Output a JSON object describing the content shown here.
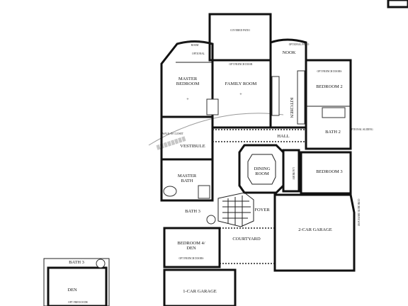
{
  "rooms": {
    "master_bedroom": [
      "MASTER",
      "BEDROOM"
    ],
    "sitting_room": [
      "SITTING",
      "ROOM"
    ],
    "family_room": "FAMILY ROOM",
    "nook": "NOOK",
    "bedroom2": "BEDROOM 2",
    "kitchen": "KITCHEN",
    "bath2": "BATH 2",
    "hall": "HALL",
    "vestibule": "VESTIBULE",
    "master_bath": [
      "MASTER",
      "BATH"
    ],
    "dining_room": [
      "DINING",
      "ROOM"
    ],
    "laundry": "LAUNDRY",
    "bedroom3": "BEDROOM 3",
    "bath3": "BATH 3",
    "foyer": "FOYER",
    "courtyard": "COURTYARD",
    "garage2": "2-CAR GARAGE",
    "bedroom4": [
      "BEDROOM 4/",
      "DEN"
    ],
    "garage1": "1-CAR GARAGE",
    "inset_bath3": "BATH 3",
    "inset_den": "DEN"
  },
  "small_notes": {
    "covered_patio": "COVERED PATIO",
    "optional_patio": "OPTIONAL PATIO",
    "opt_french_door": "OPT FRENCH DOOR",
    "opt_french_doors_br2": "OPT FRENCH DOORS",
    "optional_sliding": "OPTIONAL SLIDING",
    "opt_french_doors_br4": "OPT FRENCH DOORS",
    "walk_in_closet": "WALK-IN CLOSET",
    "concrete_driveway": "CONCRETE DRIVEWAY",
    "inset_opt_french_door": "OPT FRENCH DR",
    "sitting_optional": "OPTIONAL"
  }
}
